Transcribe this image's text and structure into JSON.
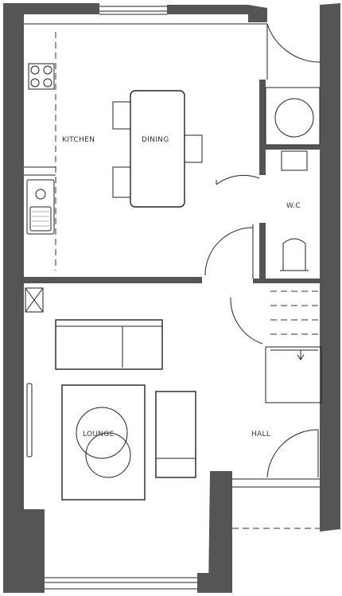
{
  "rooms": {
    "kitchen": "KITCHEN",
    "dining": "DINING",
    "wc": "W.C",
    "lounge": "LOUNGE",
    "hall": "HALL"
  },
  "colors": {
    "wall": "#555555",
    "line": "#222222",
    "background": "#ffffff"
  }
}
